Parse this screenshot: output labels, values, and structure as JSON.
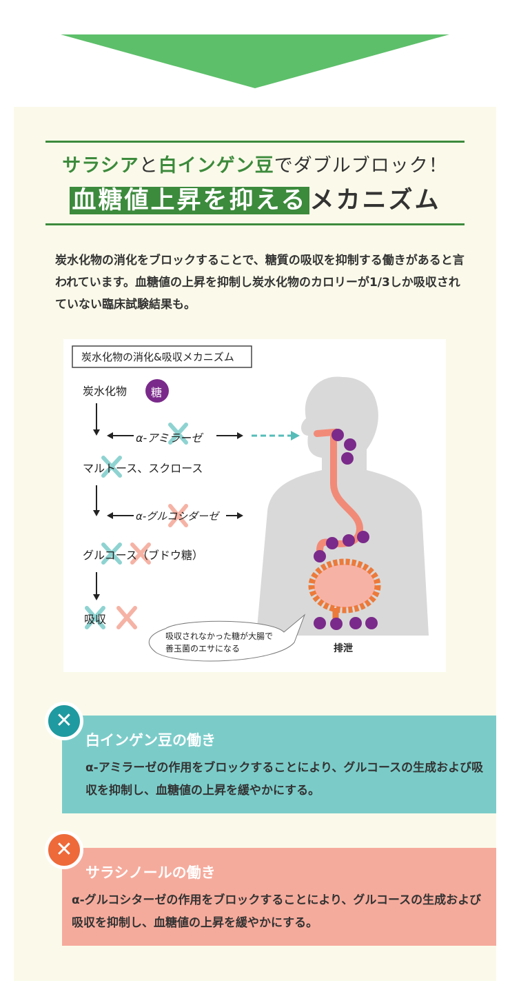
{
  "header": {
    "title_line1": {
      "part1": "サラシア",
      "part2": "と",
      "part3": "白インゲン豆",
      "part4": "でダブルブロック！"
    },
    "title_line2": {
      "highlight": "血糖値上昇を抑える",
      "rest": "メカニズム"
    }
  },
  "intro_text": "炭水化物の消化をブロックすることで、糖質の吸収を抑制する働きがあると言われています。血糖値の上昇を抑制し炭水化物のカロリーが1/3しか吸収されていない臨床試験結果も。",
  "diagram": {
    "box_title": "炭水化物の消化&吸収メカニズム",
    "step1": "炭水化物",
    "sugar_badge": "糖",
    "enzyme1": "α-アミラーゼ",
    "step2": "マルトース、スクロース",
    "enzyme2": "α-グルコシダーゼ",
    "step3": "グルコース（ブドウ糖）",
    "step4": "吸収",
    "bubble": "吸収されなかった糖が大腸で善玉菌のエサになる",
    "excretion": "排泄"
  },
  "cards": [
    {
      "title": "白インゲン豆の働き",
      "text": "α-アミラーゼの作用をブロックすることにより、グルコースの生成および吸収を抑制し、血糖値の上昇を緩やかにする。",
      "color": "#7bccc9",
      "badge_color": "#1f9aa0",
      "icon": "x-icon"
    },
    {
      "title": "サラシノールの働き",
      "text": "α-グルコシターゼの作用をブロックすることにより、グルコースの生成および吸収を抑制し、血糖値の上昇を緩やかにする。",
      "color": "#f5ab9c",
      "badge_color": "#ee6a3a",
      "icon": "x-icon"
    }
  ],
  "colors": {
    "accent_green": "#3c8a3c",
    "arrow_green": "#5dbf6a",
    "panel_bg": "#fbfaea"
  }
}
